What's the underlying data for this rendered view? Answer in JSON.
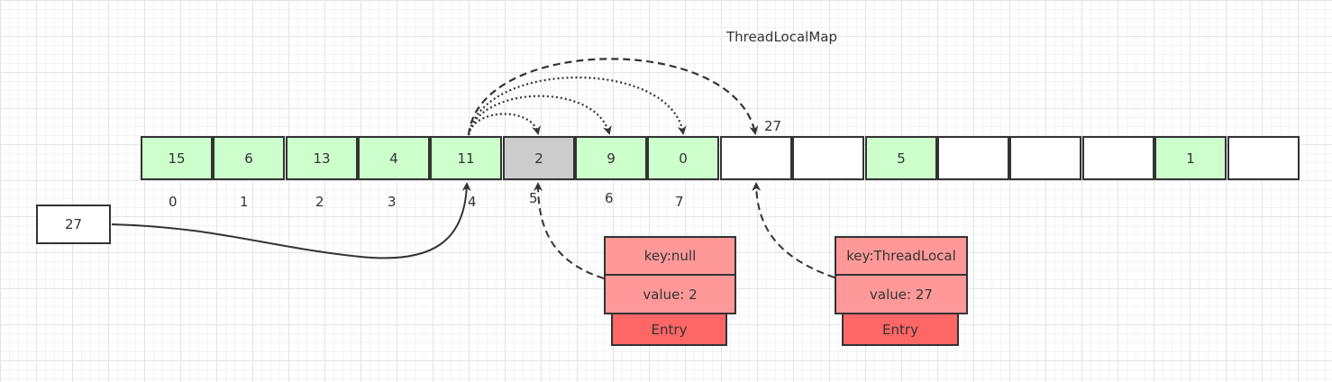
{
  "title": "ThreadLocalMap",
  "table": {
    "cells": [
      {
        "value": "15",
        "state": "filled"
      },
      {
        "value": "6",
        "state": "filled"
      },
      {
        "value": "13",
        "state": "filled"
      },
      {
        "value": "4",
        "state": "filled"
      },
      {
        "value": "11",
        "state": "filled"
      },
      {
        "value": "2",
        "state": "stale"
      },
      {
        "value": "9",
        "state": "filled"
      },
      {
        "value": "0",
        "state": "filled"
      },
      {
        "value": "",
        "state": "empty"
      },
      {
        "value": "",
        "state": "empty"
      },
      {
        "value": "5",
        "state": "filled"
      },
      {
        "value": "",
        "state": "empty"
      },
      {
        "value": "",
        "state": "empty"
      },
      {
        "value": "",
        "state": "empty"
      },
      {
        "value": "1",
        "state": "filled"
      },
      {
        "value": "",
        "state": "empty"
      }
    ],
    "indices": [
      "0",
      "1",
      "2",
      "3",
      "4",
      "5",
      "6",
      "7"
    ]
  },
  "new_key": "27",
  "insert_label": "27",
  "stale_entry": {
    "key": "key:null",
    "value": "value: 2",
    "type": "Entry"
  },
  "new_entry": {
    "key": "key:ThreadLocal",
    "value": "value: 27",
    "type": "Entry"
  },
  "colors": {
    "filled": "#ccffcc",
    "stale": "#cccccc",
    "entry": "#ff9999",
    "entry_type": "#ff6666"
  }
}
